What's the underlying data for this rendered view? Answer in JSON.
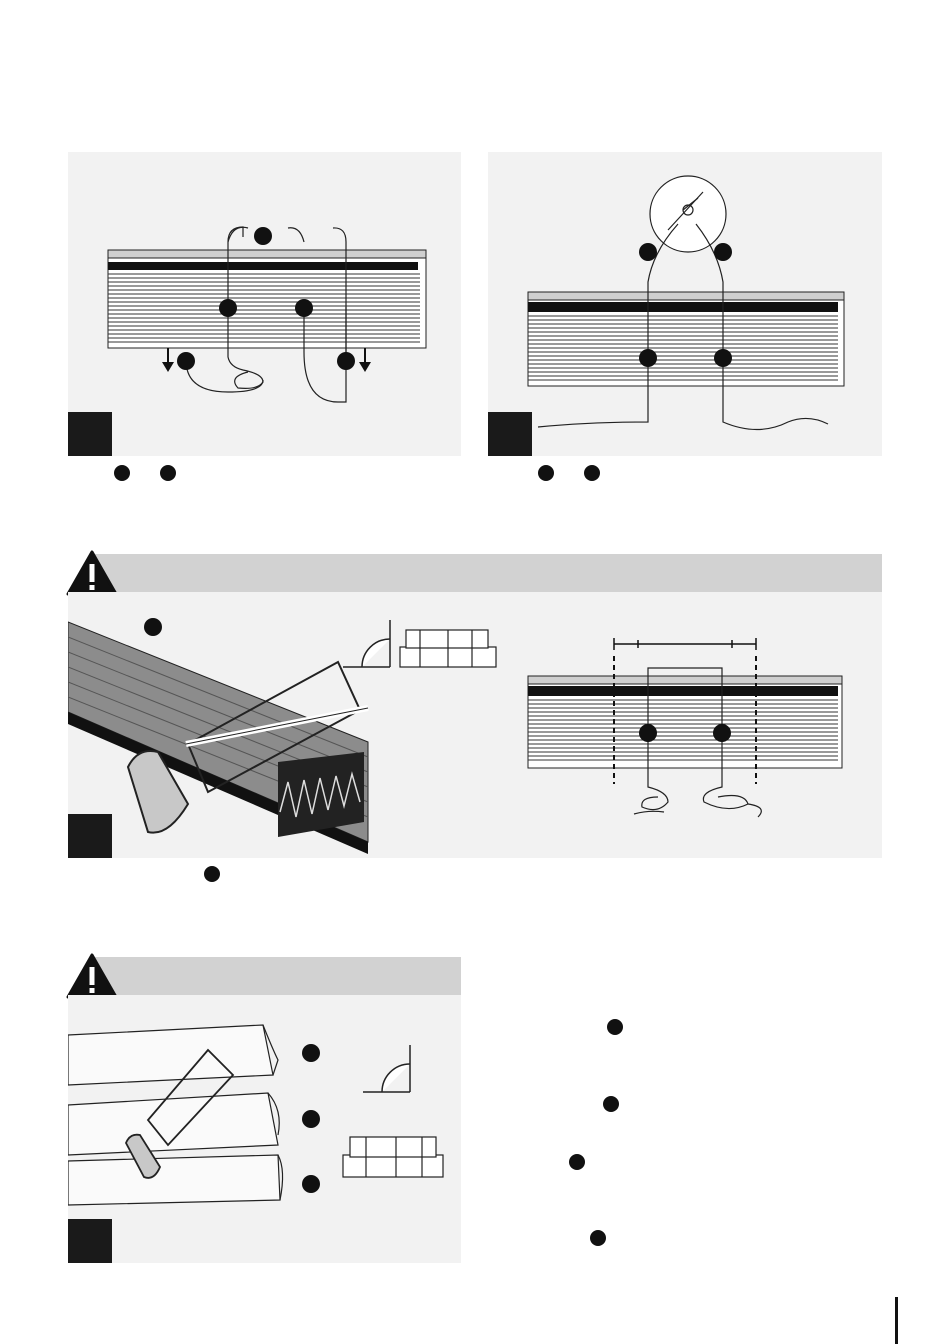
{
  "colors": {
    "panel_bg": "#f2f2f2",
    "warning_bar": "#d2d2d2",
    "ink": "#111111"
  },
  "steps": [
    {
      "id": "step-1",
      "number": ""
    },
    {
      "id": "step-2",
      "number": ""
    },
    {
      "id": "step-3",
      "number": ""
    },
    {
      "id": "step-4",
      "number": ""
    }
  ],
  "icons": [
    "warning-icon",
    "saw-icon",
    "miter-box-icon",
    "right-angle-icon",
    "cord-knot-icon",
    "arrow-down-icon"
  ]
}
